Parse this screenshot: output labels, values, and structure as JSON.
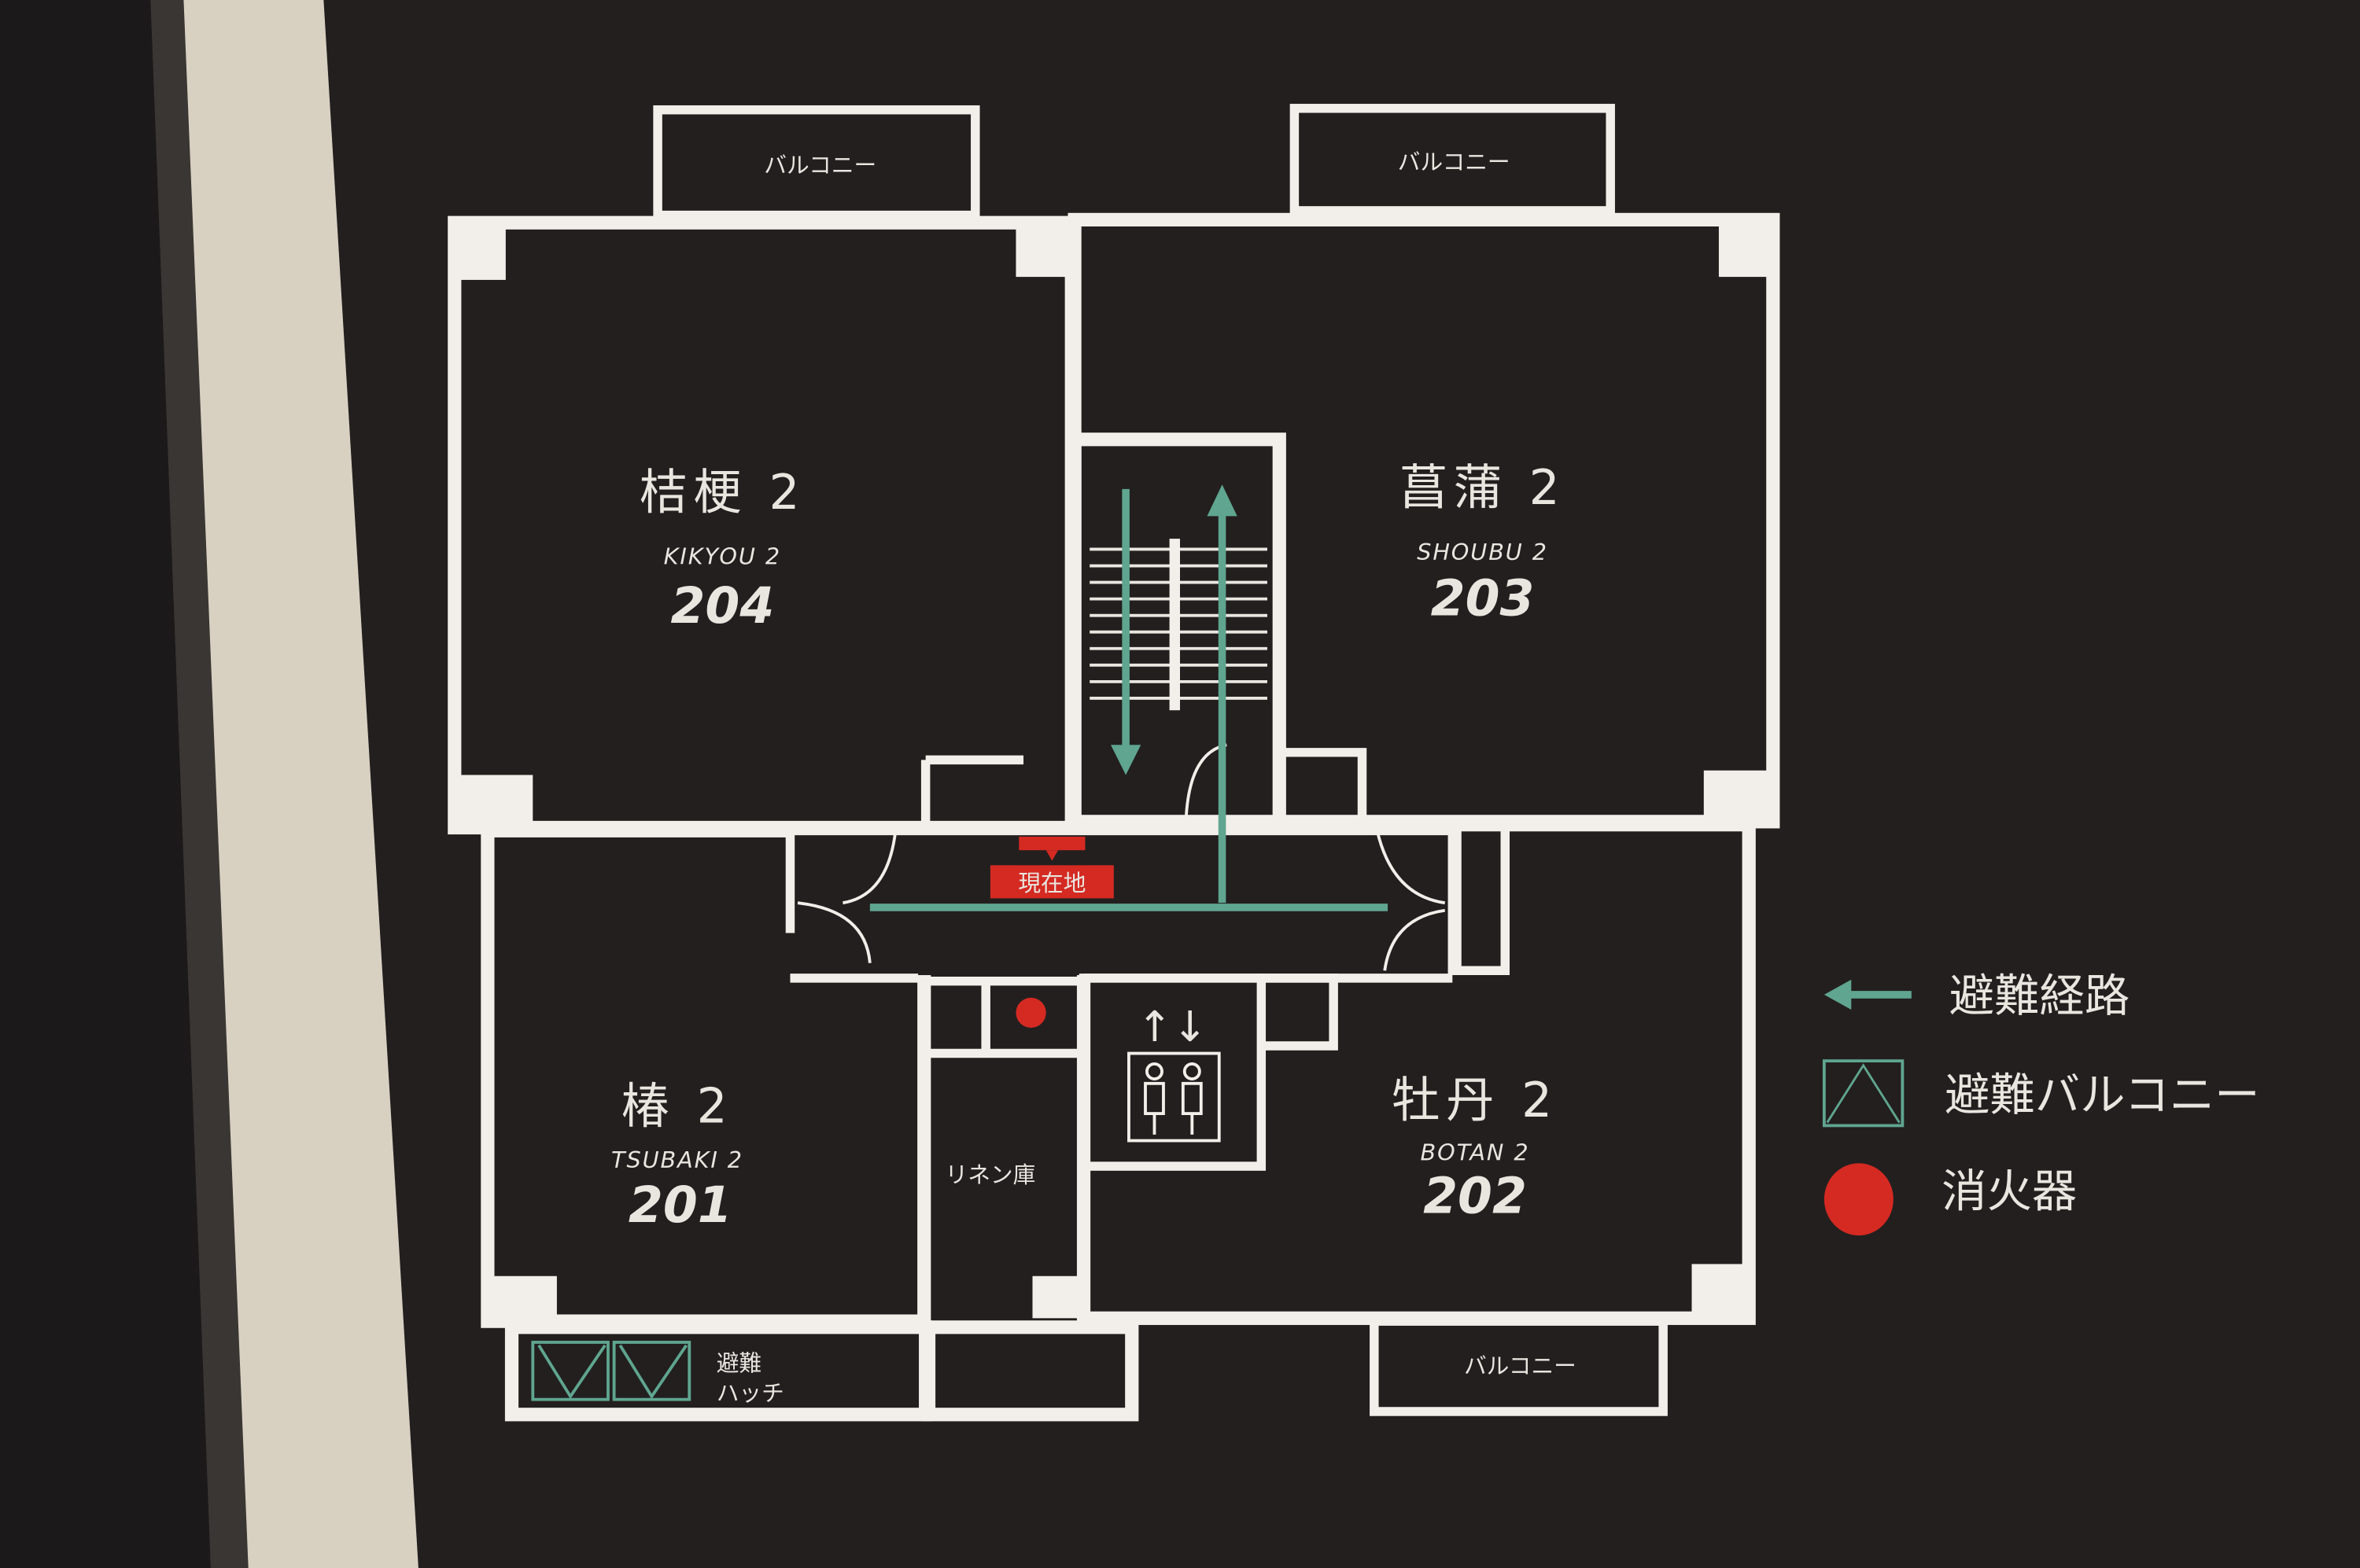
{
  "rooms": [
    {
      "name": "桔梗 2",
      "roman": "KIKYOU 2",
      "number": "204"
    },
    {
      "name": "菖蒲 2",
      "roman": "SHOUBU 2",
      "number": "203"
    },
    {
      "name": "椿 2",
      "roman": "TSUBAKI 2",
      "number": "201"
    },
    {
      "name": "牡丹 2",
      "roman": "BOTAN 2",
      "number": "202"
    }
  ],
  "balcony_label": "バルコニー",
  "linen_label": "リネン庫",
  "hatch_label": [
    "避難",
    "ハッチ"
  ],
  "current_location": "現在地",
  "elevator_arrows": "↑↓",
  "legend": {
    "route": "避難経路",
    "evac_balcony": "避難バルコニー",
    "extinguisher": "消火器"
  },
  "colors": {
    "route": "#5fa58f",
    "extinguisher": "#d42a22",
    "board": "#221f1f",
    "wall": "#f2efea"
  }
}
